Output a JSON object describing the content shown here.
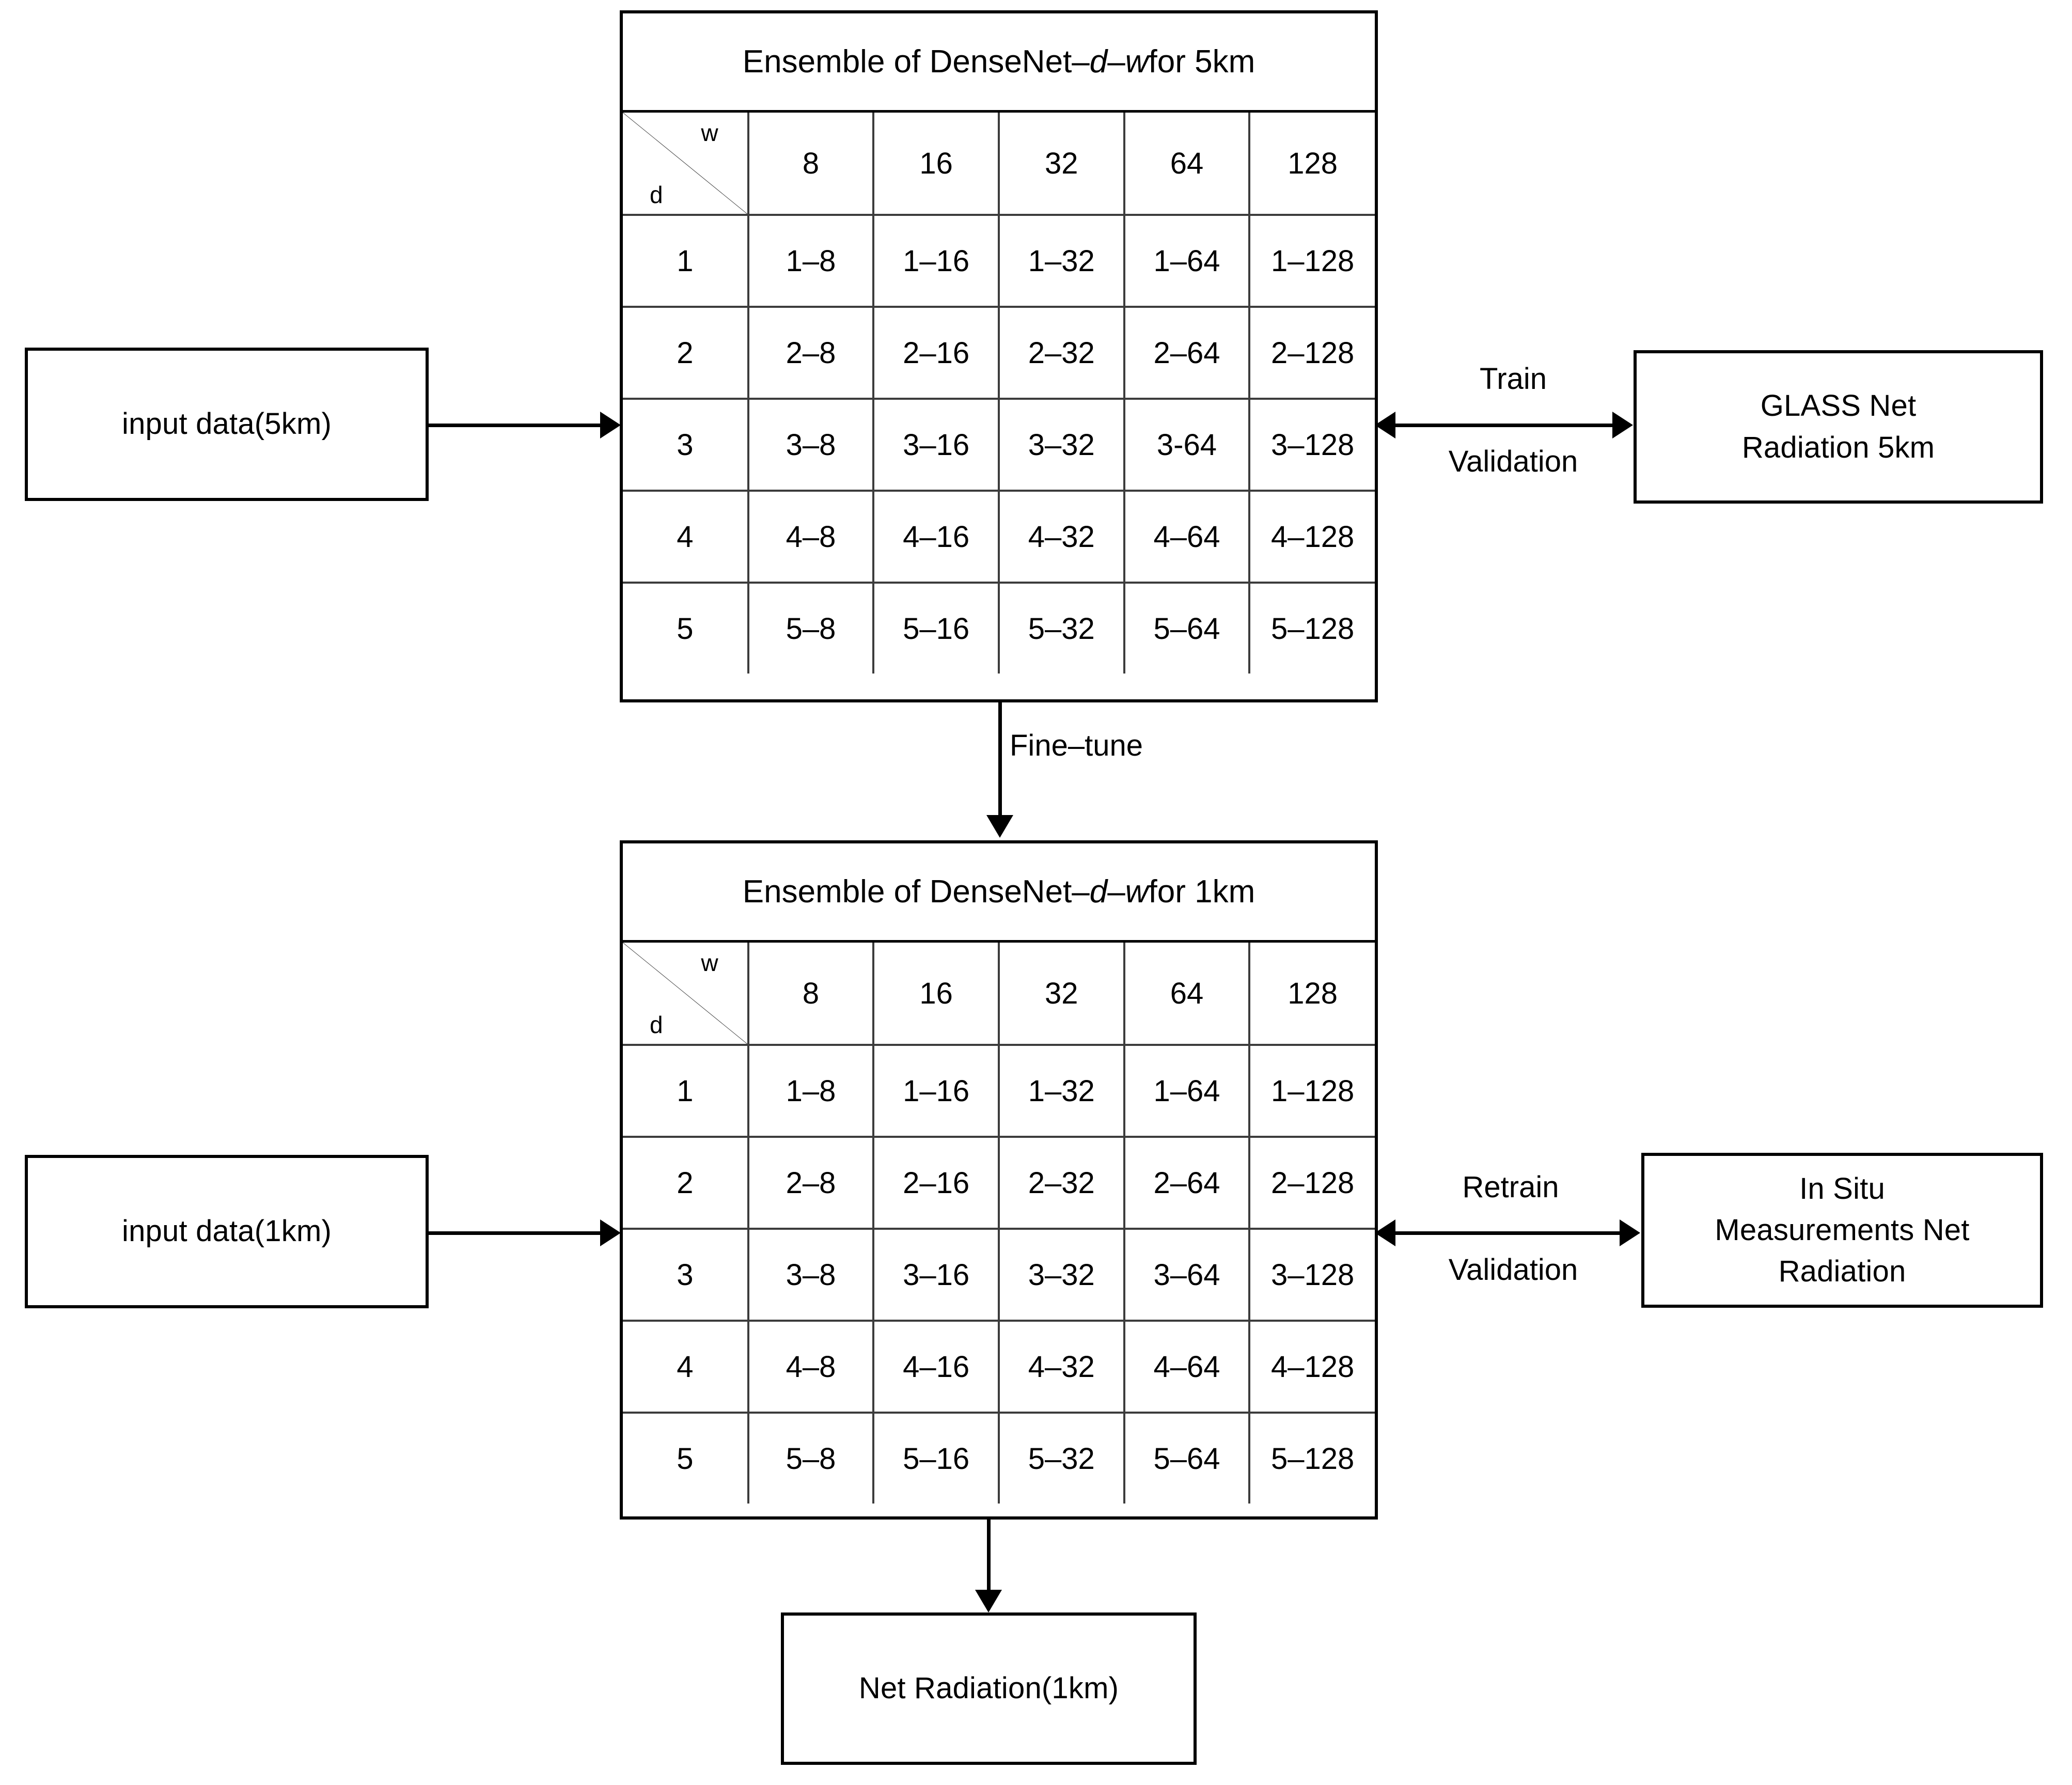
{
  "diagram": {
    "title": "Ensemble DenseNet net radiation downscaling workflow",
    "colors": {
      "stroke": "#000000",
      "grid_stroke": "#3c3c3c",
      "background": "#ffffff"
    }
  },
  "boxes": {
    "input_5km": "input data(5km)",
    "input_1km": "input data(1km)",
    "glass_5km_line1": "GLASS Net",
    "glass_5km_line2": "Radiation 5km",
    "insitu_line1": "In Situ",
    "insitu_line2": "Measurements Net",
    "insitu_line3": "Radiation",
    "output": "Net Radiation(1km)"
  },
  "edge_labels": {
    "train": "Train",
    "validation_top": "Validation",
    "fine_tune": "Fine–tune",
    "retrain": "Retrain",
    "validation_bottom": "Validation"
  },
  "tables": [
    {
      "id": "ensemble-5km",
      "title_prefix": "Ensemble of DenseNet–",
      "title_d": "d",
      "title_sep": "–",
      "title_w": "w",
      "title_suffix": " for 5km",
      "title_plain": "Ensemble of DenseNet–d–w for 5km",
      "corner": {
        "col_symbol": "w",
        "row_symbol": "d"
      },
      "col_headers": [
        "8",
        "16",
        "32",
        "64",
        "128"
      ],
      "row_headers": [
        "1",
        "2",
        "3",
        "4",
        "5"
      ],
      "cells": [
        [
          "1–8",
          "1–16",
          "1–32",
          "1–64",
          "1–128"
        ],
        [
          "2–8",
          "2–16",
          "2–32",
          "2–64",
          "2–128"
        ],
        [
          "3–8",
          "3–16",
          "3–32",
          "3-64",
          "3–128"
        ],
        [
          "4–8",
          "4–16",
          "4–32",
          "4–64",
          "4–128"
        ],
        [
          "5–8",
          "5–16",
          "5–32",
          "5–64",
          "5–128"
        ]
      ]
    },
    {
      "id": "ensemble-1km",
      "title_prefix": "Ensemble of DenseNet–",
      "title_d": "d",
      "title_sep": "–",
      "title_w": "w",
      "title_suffix": " for 1km",
      "title_plain": "Ensemble of DenseNet–d–w for 1km",
      "corner": {
        "col_symbol": "w",
        "row_symbol": "d"
      },
      "col_headers": [
        "8",
        "16",
        "32",
        "64",
        "128"
      ],
      "row_headers": [
        "1",
        "2",
        "3",
        "4",
        "5"
      ],
      "cells": [
        [
          "1–8",
          "1–16",
          "1–32",
          "1–64",
          "1–128"
        ],
        [
          "2–8",
          "2–16",
          "2–32",
          "2–64",
          "2–128"
        ],
        [
          "3–8",
          "3–16",
          "3–32",
          "3–64",
          "3–128"
        ],
        [
          "4–8",
          "4–16",
          "4–32",
          "4–64",
          "4–128"
        ],
        [
          "5–8",
          "5–16",
          "5–32",
          "5–64",
          "5–128"
        ]
      ]
    }
  ]
}
